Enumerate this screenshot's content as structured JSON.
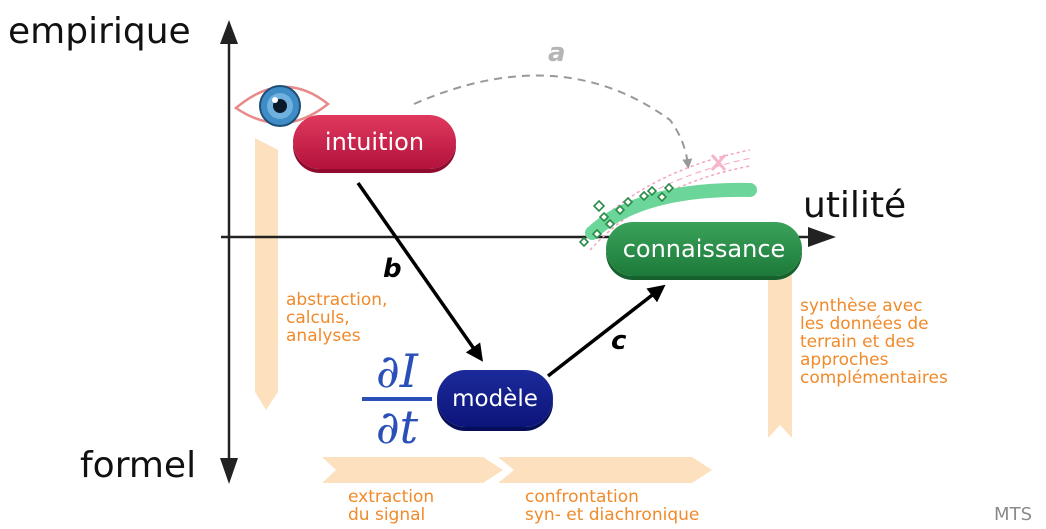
{
  "axes": {
    "y_top_label": "empirique",
    "y_bottom_label": "formel",
    "x_right_label": "utilité"
  },
  "nodes": {
    "intuition": "intuition",
    "connaissance": "connaissance",
    "modele": "modèle"
  },
  "arrow_letters": {
    "a": "a",
    "b": "b",
    "c": "c"
  },
  "notes": {
    "abstraction": [
      "abstraction,",
      "calculs,",
      "analyses"
    ],
    "synthese": [
      "synthèse avec",
      "les données de",
      "terrain et des",
      "approches",
      "complémentaires"
    ],
    "extraction": [
      "extraction",
      "du signal"
    ],
    "confrontation": [
      "confrontation",
      "syn- et diachronique"
    ]
  },
  "formula": {
    "numerator": "∂I",
    "denominator": "∂t"
  },
  "credit": "MTS",
  "colors": {
    "intuition": "#c81a45",
    "connaissance": "#2a8c47",
    "modele": "#0f1a8a",
    "band": "#fde0bd",
    "note_text": "#f08a2a",
    "formula": "#2a4fb8"
  },
  "icons": [
    "eye-icon"
  ]
}
